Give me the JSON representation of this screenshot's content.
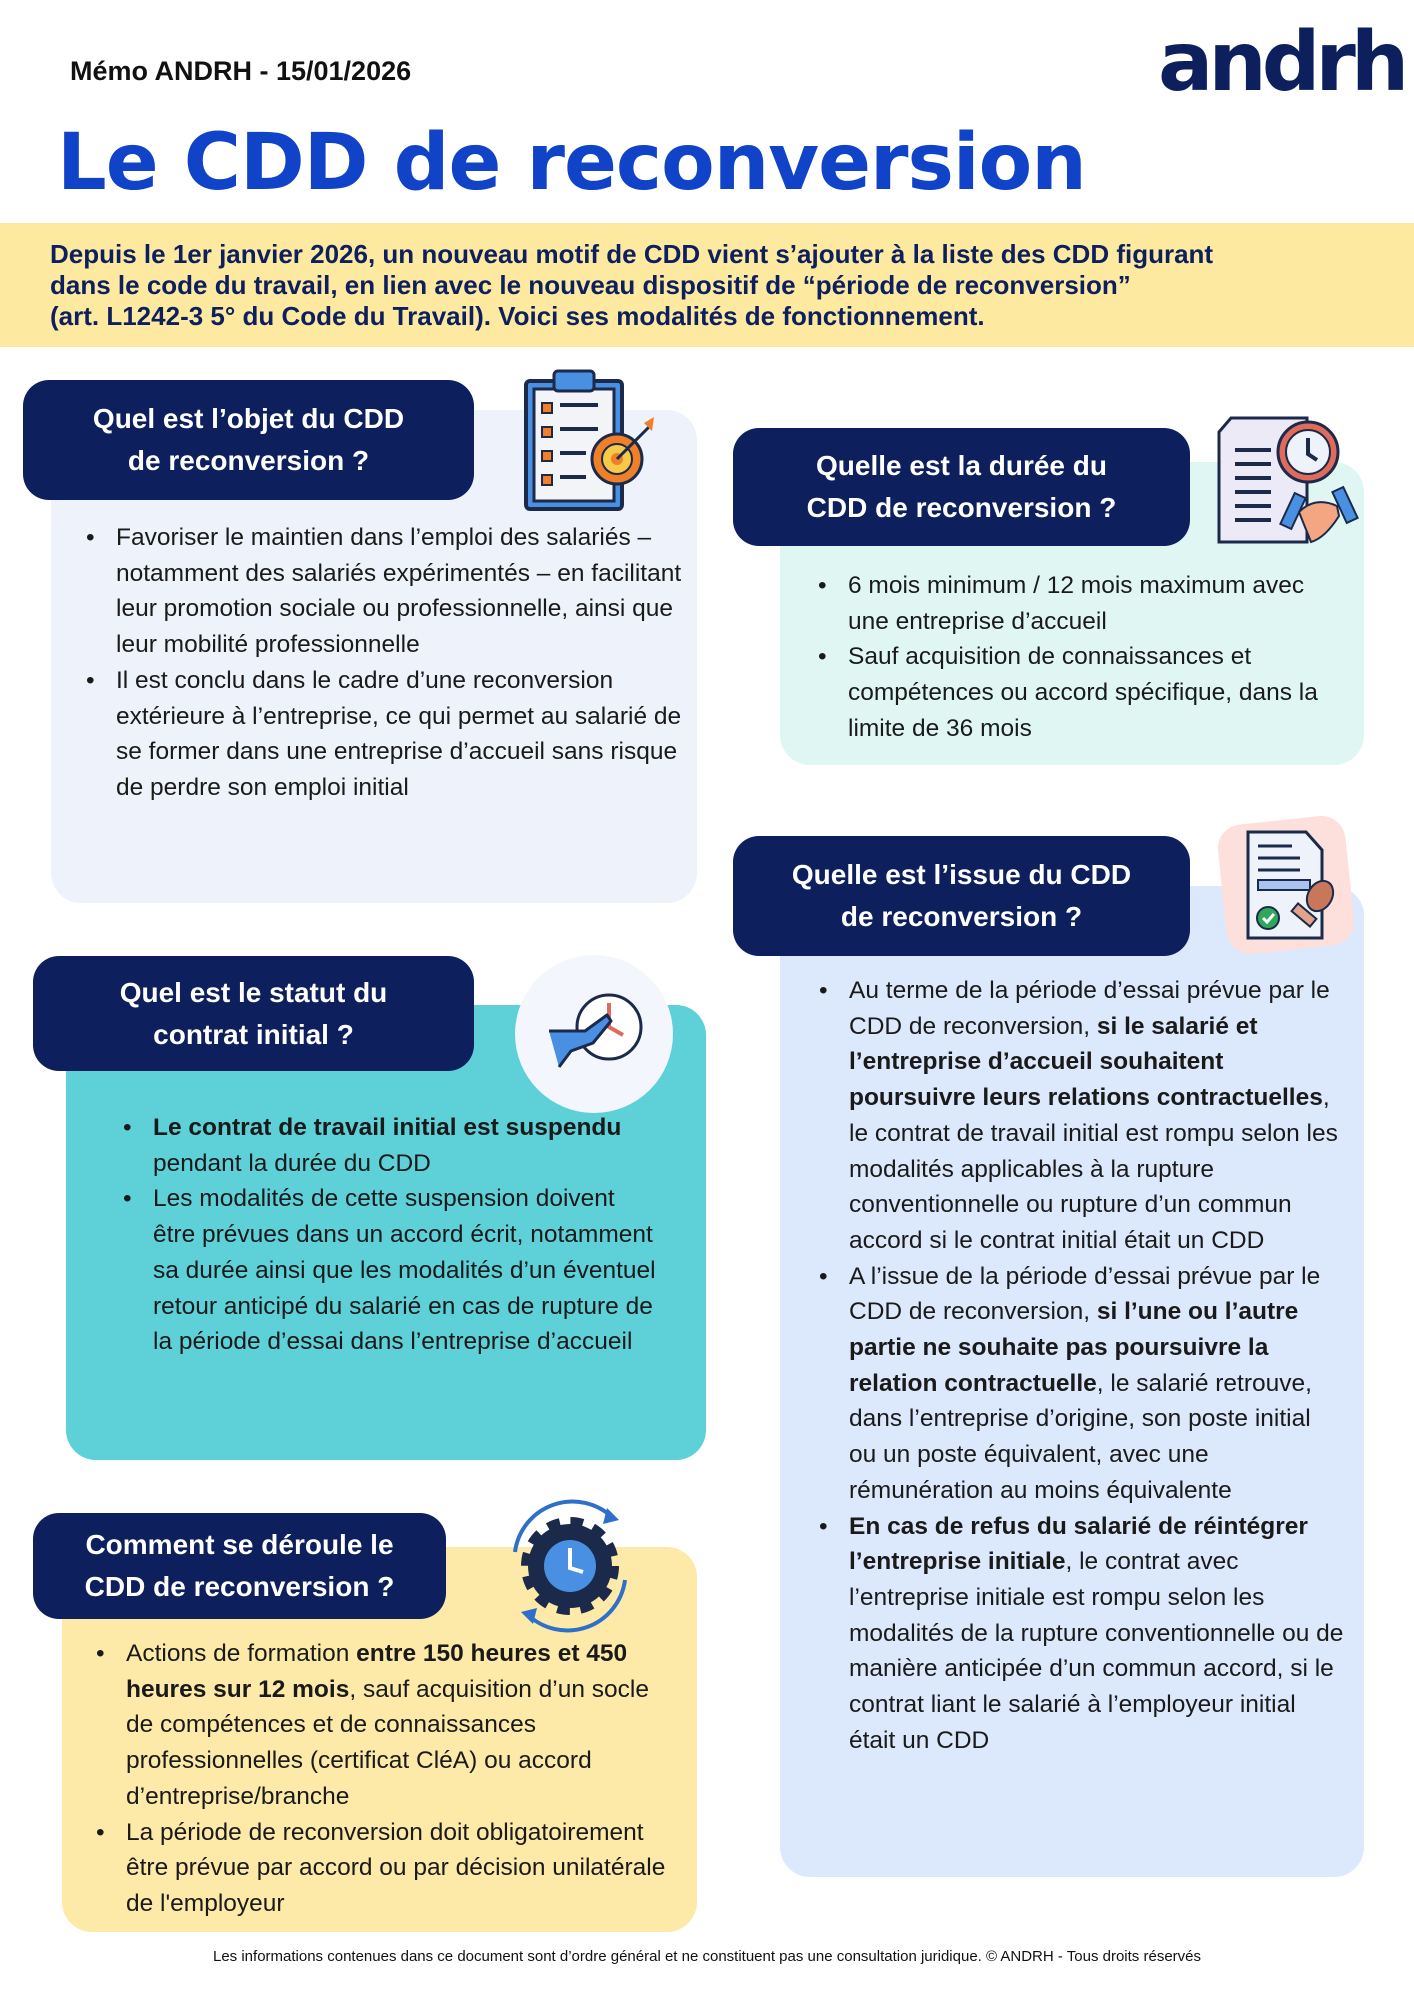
{
  "header": {
    "memo": "Mémo ANDRH - 15/01/2026",
    "logo": "andrh",
    "title": "Le CDD de reconversion"
  },
  "banner": {
    "lines": [
      "Depuis le 1er janvier 2026, un nouveau motif de CDD vient s’ajouter à la liste des CDD figurant",
      "dans le code du travail, en lien avec le nouveau dispositif de “période de reconversion”",
      "(art. L1242-3 5° du Code du Travail). Voici ses modalités de fonctionnement."
    ]
  },
  "colors": {
    "navy": "#0d1f5c",
    "title_blue": "#1143c8",
    "banner_yellow": "#fde9a0",
    "objet_bg": "#eef2fa",
    "duree_bg": "#e0f6f3",
    "statut_bg": "#5dd0d8",
    "issue_bg": "#dce8fb",
    "deroule_bg": "#fde9a8"
  },
  "sections": {
    "objet": {
      "title": [
        "Quel est l’objet du CDD",
        "de reconversion ?"
      ],
      "icon": "clipboard-target-icon",
      "bullets": [
        [
          {
            "t": "Favoriser le maintien dans l’emploi des salariés – notamment des salariés expérimentés –  en facilitant leur promotion sociale ou professionnelle, ainsi que leur mobilité professionnelle",
            "b": false
          }
        ],
        [
          {
            "t": "Il est conclu dans le cadre d’une reconversion extérieure à l’entreprise, ce qui permet au salarié de se former dans une entreprise d’accueil sans risque de perdre son emploi initial",
            "b": false
          }
        ]
      ]
    },
    "duree": {
      "title": [
        "Quelle est la durée du",
        "CDD de reconversion ?"
      ],
      "icon": "document-clock-handshake-icon",
      "bullets": [
        [
          {
            "t": "6 mois minimum / 12 mois maximum avec une entreprise d’accueil",
            "b": false
          }
        ],
        [
          {
            "t": "Sauf acquisition de connaissances et compétences ou accord spécifique, dans la limite de 36 mois",
            "b": false
          }
        ]
      ]
    },
    "statut": {
      "title": [
        "Quel est le statut du",
        "contrat initial ?"
      ],
      "icon": "hand-clock-icon",
      "bullets": [
        [
          {
            "t": "Le contrat de travail initial est suspendu",
            "b": true
          },
          {
            "t": " pendant la durée du CDD",
            "b": false
          }
        ],
        [
          {
            "t": "Les modalités de cette suspension doivent être prévues dans un accord écrit, notamment sa durée ainsi que les modalités d’un éventuel retour anticipé du salarié en cas de rupture de la période d’essai dans l’entreprise d’accueil",
            "b": false
          }
        ]
      ]
    },
    "issue": {
      "title": [
        "Quelle est l’issue du CDD",
        "de reconversion ?"
      ],
      "icon": "document-stamp-icon",
      "bullets": [
        [
          {
            "t": "Au terme de la période d’essai prévue par le CDD de reconversion, ",
            "b": false
          },
          {
            "t": "si le salarié et l’entreprise d’accueil souhaitent poursuivre leurs relations contractuelles",
            "b": true
          },
          {
            "t": ", le contrat de travail initial est rompu selon les modalités applicables à la rupture conventionnelle ou rupture d’un commun accord si le contrat initial était un CDD",
            "b": false
          }
        ],
        [
          {
            "t": "A l’issue de la période d’essai prévue par le CDD de reconversion, ",
            "b": false
          },
          {
            "t": "si l’une ou l’autre partie ne souhaite pas poursuivre la relation contractuelle",
            "b": true
          },
          {
            "t": ", le salarié retrouve, dans l’entreprise d’origine, son poste initial ou un poste équivalent, avec une rémunération au moins équivalente",
            "b": false
          }
        ],
        [
          {
            "t": "En cas de refus du salarié de réintégrer l’entreprise initiale",
            "b": true
          },
          {
            "t": ", le contrat avec l’entreprise initiale est rompu selon les modalités de la rupture conventionnelle ou de manière anticipée d’un commun accord, si le contrat liant le salarié à l’employeur initial était un CDD",
            "b": false
          }
        ]
      ]
    },
    "deroule": {
      "title": [
        "Comment se déroule le",
        "CDD de reconversion ?"
      ],
      "icon": "gear-clock-icon",
      "bullets": [
        [
          {
            "t": "Actions de formation ",
            "b": false
          },
          {
            "t": "entre 150 heures et 450 heures sur 12 mois",
            "b": true
          },
          {
            "t": ", sauf acquisition d’un socle de compétences et de connaissances professionnelles (certificat CléA) ou accord d’entreprise/branche",
            "b": false
          }
        ],
        [
          {
            "t": "La période de reconversion doit obligatoirement être prévue par accord ou par décision unilatérale de l'employeur",
            "b": false
          }
        ]
      ]
    }
  },
  "footer": "Les informations contenues dans ce document sont d’ordre général et ne constituent pas une consultation juridique. © ANDRH - Tous droits réservés"
}
